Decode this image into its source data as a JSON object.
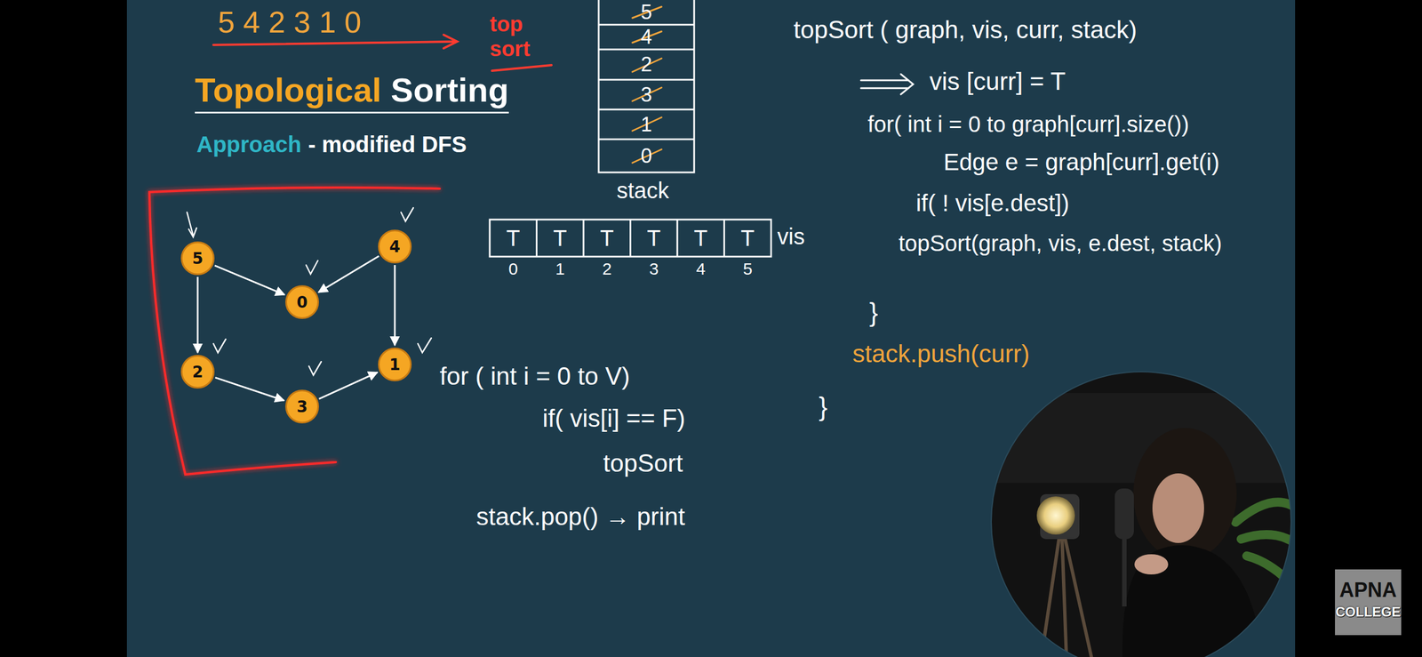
{
  "diagram": {
    "title": "Topological Sorting",
    "nodes": [
      {
        "text": [
          "5"
        ]
      },
      {
        "text": [
          "4"
        ]
      },
      {
        "text": [
          "0"
        ]
      },
      {
        "text": [
          "2"
        ]
      },
      {
        "text": [
          "1"
        ]
      },
      {
        "text": [
          "3"
        ]
      }
    ],
    "edges": [
      {
        "from": 0,
        "to": 2,
        "arrow": "to"
      },
      {
        "from": 1,
        "to": 2,
        "arrow": "to"
      },
      {
        "from": 0,
        "to": 3,
        "arrow": "to"
      },
      {
        "from": 1,
        "to": 4,
        "arrow": "to"
      },
      {
        "from": 3,
        "to": 5,
        "arrow": "to"
      },
      {
        "from": 5,
        "to": 4,
        "arrow": "to"
      }
    ],
    "labels": [
      "5 4 2 3 1 0",
      "top sort",
      "Approach",
      "- modified DFS",
      "5",
      "4",
      "2",
      "3",
      "1",
      "0",
      "stack",
      "T",
      "T",
      "T",
      "T",
      "T",
      "T",
      "vis",
      "0",
      "1",
      "2",
      "3",
      "4",
      "5",
      "topSort ( graph, vis, curr, stack)",
      "vis [curr] = T",
      "for( int i = 0 to graph[curr].size())",
      "Edge e = graph[curr].get(i)",
      "if( ! vis[e.dest])",
      "topSort(graph, vis, e.dest, stack)",
      "}",
      "stack.push(curr)",
      "}",
      "for ( int i = 0 to V)",
      "if( vis[i] == F)",
      "topSort",
      "stack.pop() → print",
      "APNA",
      "COLLEGE"
    ]
  }
}
